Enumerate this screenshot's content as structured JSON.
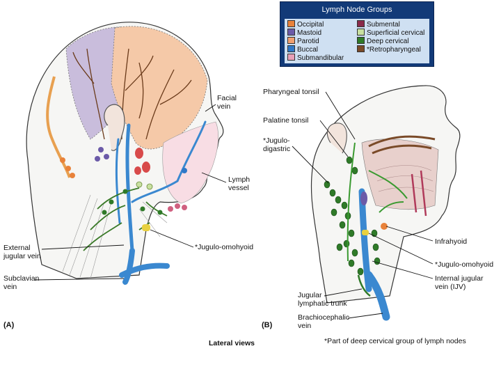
{
  "legend": {
    "title": "Lymph Node Groups",
    "items": [
      {
        "label": "Occipital",
        "color": "#e8823a"
      },
      {
        "label": "Mastoid",
        "color": "#6b5aa8"
      },
      {
        "label": "Parotid",
        "color": "#f0a070"
      },
      {
        "label": "Buccal",
        "color": "#2f78c8"
      },
      {
        "label": "Submandibular",
        "color": "#e8a0b8"
      },
      {
        "label": "Submental",
        "color": "#8a2a4a"
      },
      {
        "label": "Superficial cervical",
        "color": "#c8e0a0"
      },
      {
        "label": "Deep cervical",
        "color": "#2f7a28"
      },
      {
        "label": "*Retropharyngeal",
        "color": "#7a4a28"
      }
    ]
  },
  "panel_a": {
    "tag": "(A)",
    "labels": {
      "facial_vein": "Facial\nvein",
      "lymph_vessel": "Lymph\nvessel",
      "external_jugular": "External\njugular vein",
      "subclavian": "Subclavian\nvein",
      "jugulo_omohyoid": "*Jugulo-omohyoid"
    }
  },
  "panel_b": {
    "tag": "(B)",
    "labels": {
      "pharyngeal_tonsil": "Pharyngeal tonsil",
      "palatine_tonsil": "Palatine tonsil",
      "jugulodigastric": "*Jugulo-\ndigastric",
      "infrahyoid": "Infrahyoid",
      "jugulo_omohyoid": "*Jugulo-omohyoid",
      "ijv": "Internal jugular\nvein (IJV)",
      "jugular_trunk": "Jugular\nlymphatic trunk",
      "brachiocephalic": "Brachiocephalic\nvein"
    }
  },
  "captions": {
    "lateral": "Lateral views",
    "footnote": "*Part of deep cervical group of lymph nodes"
  }
}
